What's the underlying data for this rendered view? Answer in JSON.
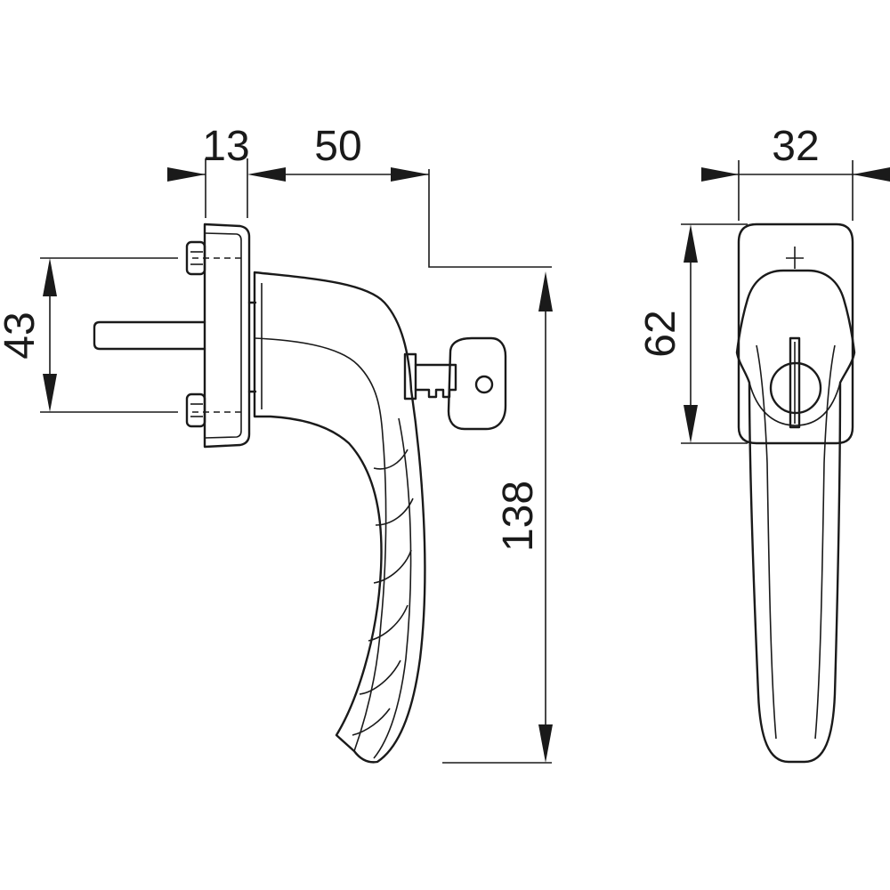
{
  "drawing": {
    "side_view": {
      "dim_rose_depth": "13",
      "dim_handle_projection": "50",
      "dim_screw_spacing": "43",
      "dim_handle_length": "138"
    },
    "front_view": {
      "dim_rose_width": "32",
      "dim_rose_height": "62"
    },
    "line_color": "#1a1a1a",
    "background": "#ffffff"
  }
}
